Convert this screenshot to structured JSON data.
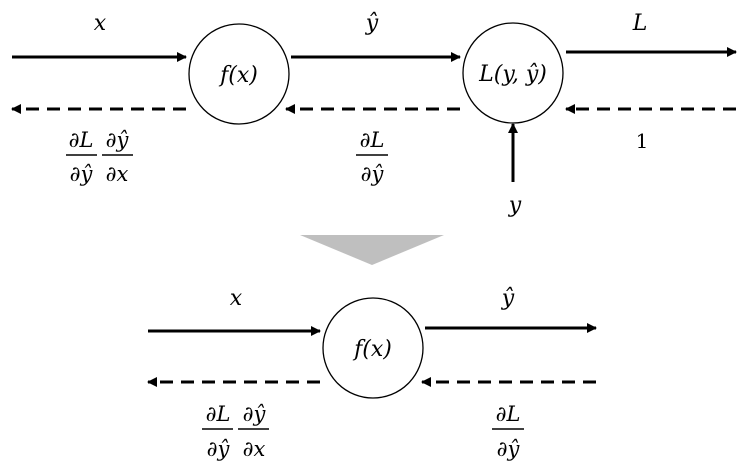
{
  "top_row": {
    "input_label": "x",
    "f_node": "f(x)",
    "middle_label": "ŷ",
    "loss_node": "L(y, ŷ)",
    "output_label": "L",
    "seed_gradient": "1",
    "target_label": "y",
    "grad_f_num1": "∂L",
    "grad_f_den1": "∂ŷ",
    "grad_f_num2": "∂ŷ",
    "grad_f_den2": "∂x",
    "grad_loss_num": "∂L",
    "grad_loss_den": "∂ŷ"
  },
  "bottom_row": {
    "input_label": "x",
    "f_node": "f(x)",
    "output_label": "ŷ",
    "grad_in_num1": "∂L",
    "grad_in_den1": "∂ŷ",
    "grad_in_num2": "∂ŷ",
    "grad_in_den2": "∂x",
    "grad_out_num": "∂L",
    "grad_out_den": "∂ŷ"
  },
  "colors": {
    "line": "#000000",
    "divider_arrow": "#bfbfbf",
    "background": "#ffffff"
  }
}
